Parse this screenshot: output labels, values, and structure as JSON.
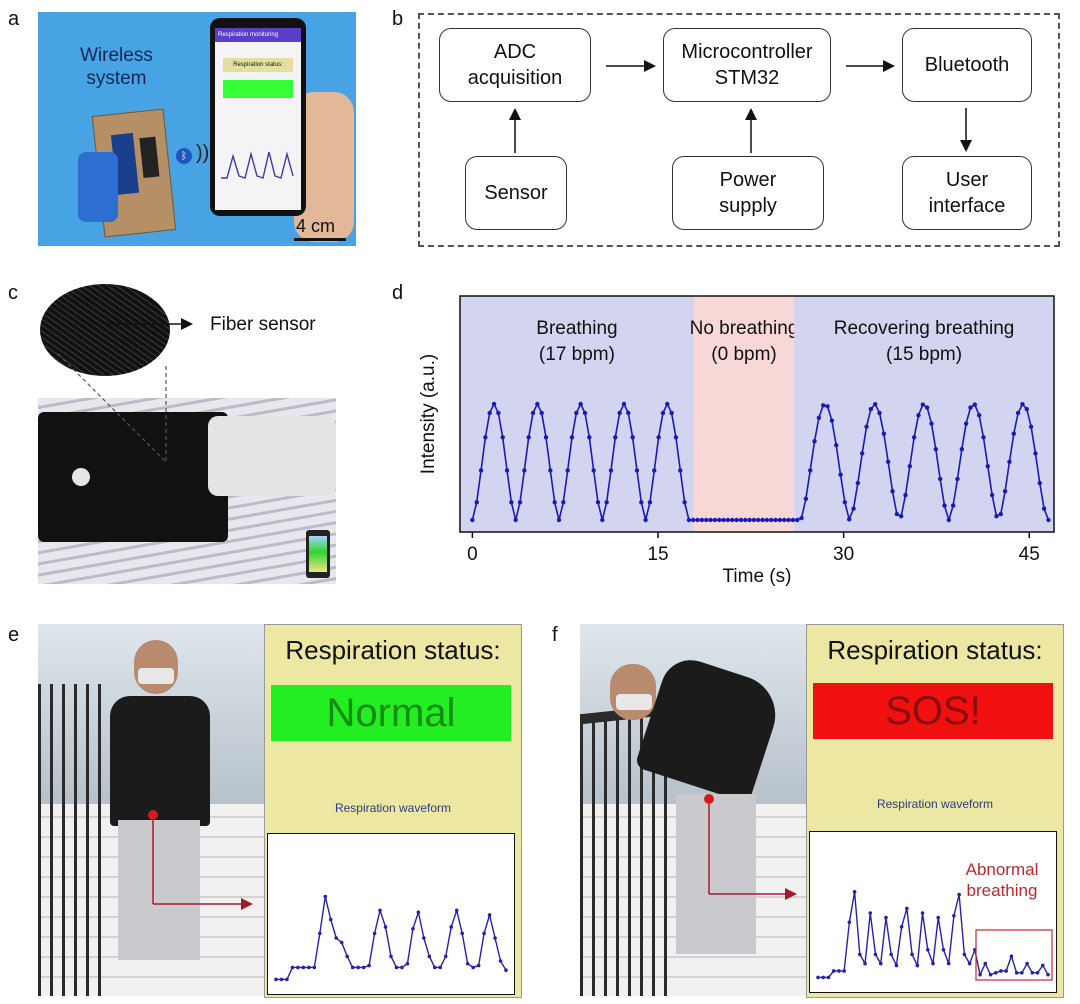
{
  "panels": {
    "a": "a",
    "b": "b",
    "c": "c",
    "d": "d",
    "e": "e",
    "f": "f"
  },
  "panel_a": {
    "title": "Wireless\nsystem",
    "scale": "4 cm",
    "phone_header": "Respiration monitoring",
    "phone_status": "Respiration status:"
  },
  "panel_b": {
    "boxes": {
      "adc": "ADC\nacquisition",
      "mcu": "Microcontroller\nSTM32",
      "bt": "Bluetooth",
      "sensor": "Sensor",
      "power": "Power\nsupply",
      "ui": "User\ninterface"
    }
  },
  "panel_c": {
    "callout": "Fiber sensor"
  },
  "chart_data": {
    "type": "line",
    "xlabel": "Time (s)",
    "ylabel": "Intensity (a.u.)",
    "xlim": [
      -1,
      47
    ],
    "xticks": [
      0,
      15,
      30,
      45
    ],
    "regions": [
      {
        "label": "Breathing",
        "sublabel": "(17 bpm)",
        "x": [
          -1,
          17.9
        ],
        "color": "#d2d4f0"
      },
      {
        "label": "No breathing",
        "sublabel": "(0 bpm)",
        "x": [
          17.9,
          26
        ],
        "color": "#f7d8d6"
      },
      {
        "label": "Recovering breathing",
        "sublabel": "(15 bpm)",
        "x": [
          26,
          47
        ],
        "color": "#d2d4f0"
      }
    ],
    "series_color": "#1a1ab8",
    "period_a": 3.5,
    "phase_a": 0,
    "peaks_a": 5,
    "period_b": 4.0,
    "phase_b": 26.5,
    "peaks_b": 5
  },
  "panel_e": {
    "status_title": "Respiration status:",
    "status": "Normal",
    "status_color": "#22ee22",
    "status_text_color": "#158a15",
    "wave_label": "Respiration waveform"
  },
  "panel_f": {
    "status_title": "Respiration status:",
    "status": "SOS!",
    "status_color": "#f01010",
    "status_text_color": "#8a0d0d",
    "wave_label": "Respiration waveform",
    "annotation": "Abnormal\nbreathing"
  }
}
